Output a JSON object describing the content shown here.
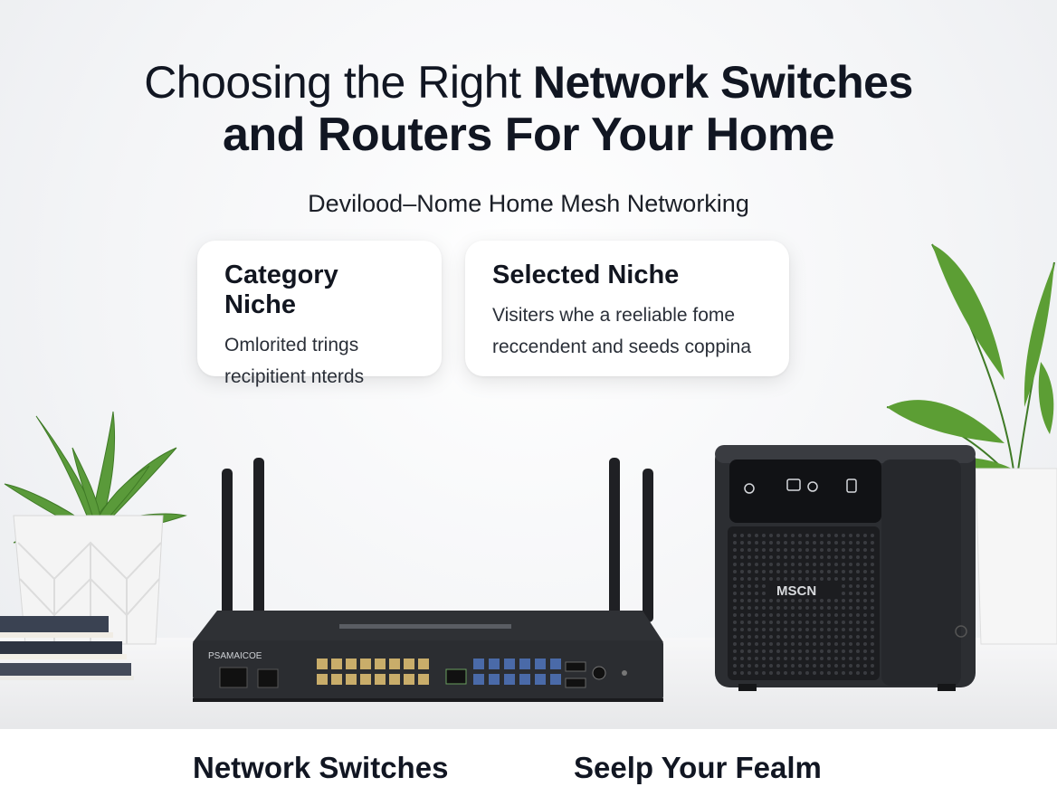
{
  "header": {
    "title_light": "Choosing the Right",
    "title_bold_1": "Network Switches",
    "title_line2": "and Routers For Your Home",
    "subtitle": "Devilood–Nome Home Mesh Networking"
  },
  "cards": [
    {
      "heading": "Category Niche",
      "line1": "Omlorited trings",
      "line2": "recipitient nterds"
    },
    {
      "heading": "Selected Niche",
      "line1": "Visiters whe a reeliable fome",
      "line2": "reccendent and seeds coppina"
    }
  ],
  "device_labels": {
    "router_brand": "PSAMAICOE",
    "nas_brand": "MSCN"
  },
  "captions": {
    "left": "Network Switches",
    "right": "Seelp Your Fealm"
  },
  "colors": {
    "router_body": "#2b2d31",
    "port_yellow": "#c9ad6a",
    "port_blue": "#4a6aa8",
    "plant_green": "#4f8a2e"
  }
}
